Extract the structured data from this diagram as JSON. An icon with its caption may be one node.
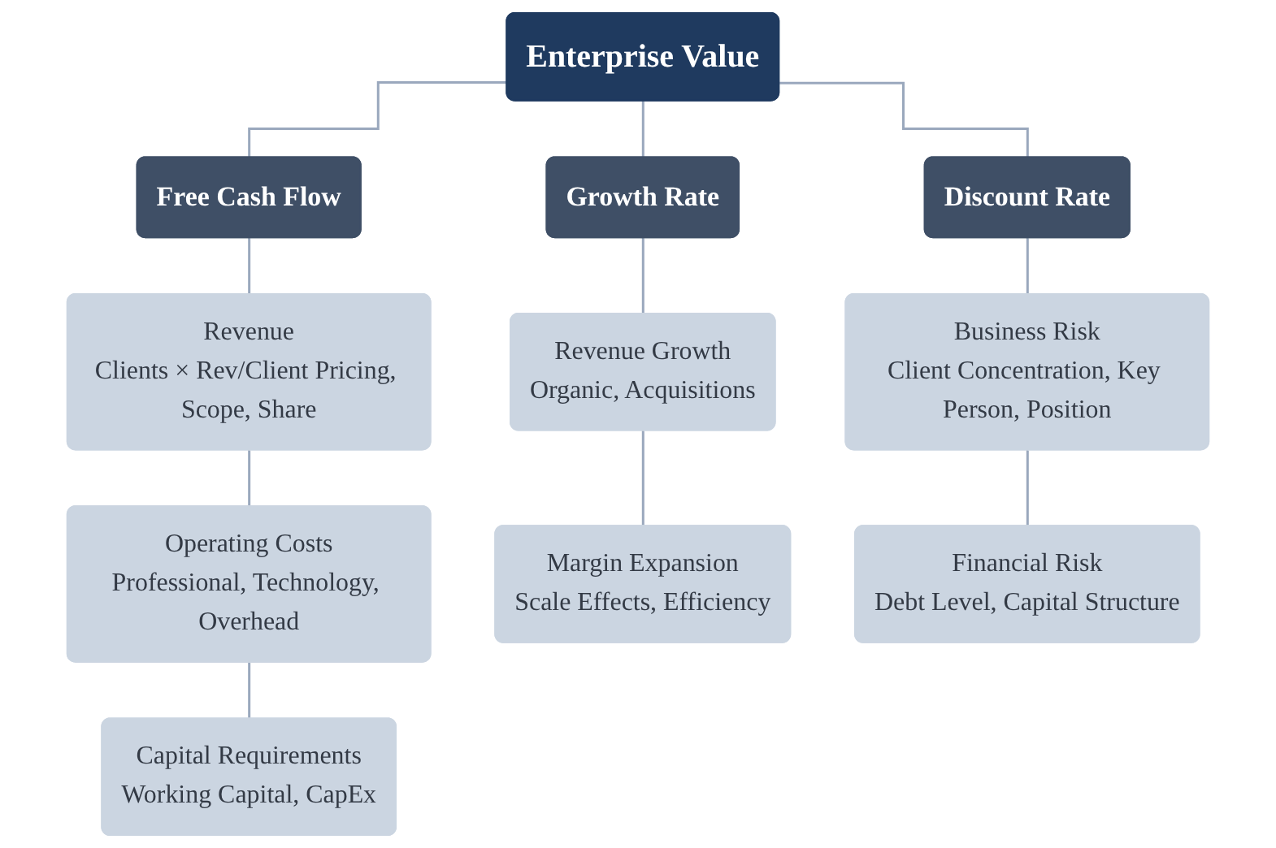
{
  "diagram": {
    "nodes": [
      {
        "text": [
          "Enterprise Value"
        ]
      },
      {
        "text": [
          "Free Cash Flow"
        ]
      },
      {
        "text": [
          "Growth Rate"
        ]
      },
      {
        "text": [
          "Discount Rate"
        ]
      },
      {
        "text": [
          "Revenue",
          "Clients × Rev/Client Pricing, Scope, Share"
        ]
      },
      {
        "text": [
          "Operating Costs",
          "Professional, Technology, Overhead"
        ]
      },
      {
        "text": [
          "Capital Requirements",
          "Working Capital, CapEx"
        ]
      },
      {
        "text": [
          "Revenue Growth",
          "Organic, Acquisitions"
        ]
      },
      {
        "text": [
          "Margin Expansion",
          "Scale Effects, Efficiency"
        ]
      },
      {
        "text": [
          "Business Risk",
          "Client Concentration, Key Person, Position"
        ]
      },
      {
        "text": [
          "Financial Risk",
          "Debt Level, Capital Structure"
        ]
      }
    ],
    "edges": [
      {
        "from": 0,
        "to": 1,
        "arrow": "none"
      },
      {
        "from": 0,
        "to": 2,
        "arrow": "none"
      },
      {
        "from": 0,
        "to": 3,
        "arrow": "none"
      },
      {
        "from": 1,
        "to": 4,
        "arrow": "none"
      },
      {
        "from": 4,
        "to": 5,
        "arrow": "none"
      },
      {
        "from": 5,
        "to": 6,
        "arrow": "none"
      },
      {
        "from": 2,
        "to": 7,
        "arrow": "none"
      },
      {
        "from": 7,
        "to": 8,
        "arrow": "none"
      },
      {
        "from": 3,
        "to": 9,
        "arrow": "none"
      },
      {
        "from": 9,
        "to": 10,
        "arrow": "none"
      }
    ]
  }
}
